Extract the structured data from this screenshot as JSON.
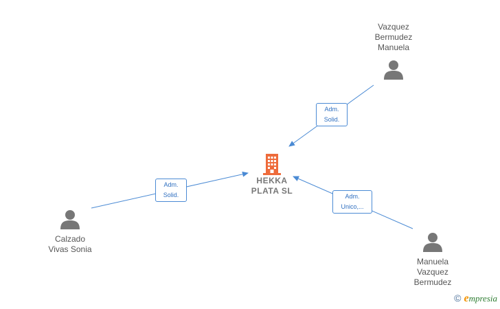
{
  "company": {
    "name_line1": "HEKKA",
    "name_line2": "PLATA  SL",
    "icon": "building-icon",
    "color": "#ee6b3b"
  },
  "persons": [
    {
      "id": "vazquez-bermudez-manuela",
      "lines": [
        "Vazquez",
        "Bermudez",
        "Manuela"
      ],
      "icon": "person-icon"
    },
    {
      "id": "calzado-vivas-sonia",
      "lines": [
        "Calzado",
        "Vivas Sonia"
      ],
      "icon": "person-icon"
    },
    {
      "id": "manuela-vazquez-bermudez",
      "lines": [
        "Manuela",
        "Vazquez",
        "Bermudez"
      ],
      "icon": "person-icon"
    }
  ],
  "relations": [
    {
      "lines": [
        "Adm.",
        "Solid."
      ]
    },
    {
      "lines": [
        "Adm.",
        "Solid."
      ]
    },
    {
      "lines": [
        "Adm.",
        "Unico,..."
      ]
    }
  ],
  "colors": {
    "edge": "#4a8ad4",
    "person": "#777777"
  },
  "brand": {
    "copyright": "©",
    "e": "e",
    "rest": "mpresia"
  }
}
